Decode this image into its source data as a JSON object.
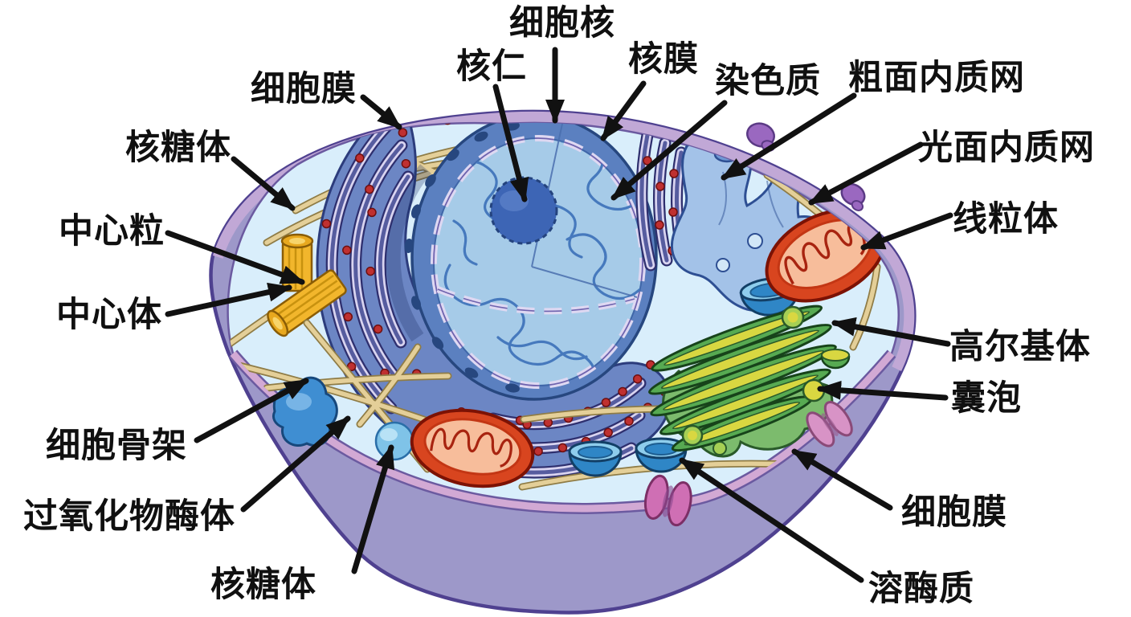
{
  "labels": {
    "cell_nucleus": "细胞核",
    "nucleolus": "核仁",
    "nuclear_membrane": "核膜",
    "chromatin": "染色质",
    "rough_er": "粗面内质网",
    "smooth_er": "光面内质网",
    "mitochondrion": "线粒体",
    "cell_membrane_top": "细胞膜",
    "ribosome_top": "核糖体",
    "centriole": "中心粒",
    "centrosome": "中心体",
    "cytoskeleton": "细胞骨架",
    "peroxisome": "过氧化物酶体",
    "ribosome_bottom": "核糖体",
    "golgi": "高尔基体",
    "vesicle": "囊泡",
    "cell_membrane_bottom": "细胞膜",
    "lysosome": "溶酶质"
  },
  "colors": {
    "membrane_band": "#c1a8d6",
    "membrane_edge": "#4f4190",
    "cytoplasm": "#d9eefb",
    "cut_face": "#9d98c9",
    "inner_band": "#d2a9d4",
    "nucleus_surface": "#5b80c0",
    "nucleus_interior": "#a6cbe8",
    "nucleolus": "#3d65b5",
    "rough_er": "#6c86c4",
    "ribosome_dot": "#bf3030",
    "smooth_er": "#a3c2e8",
    "golgi_green": "#57aa52",
    "golgi_yellow": "#d9d741",
    "mitochondrion": "#d8451f",
    "lysosome": "#2f86c6",
    "centriole": "#f2b62c",
    "filament": "#e4cf98",
    "arrow": "#111111"
  }
}
